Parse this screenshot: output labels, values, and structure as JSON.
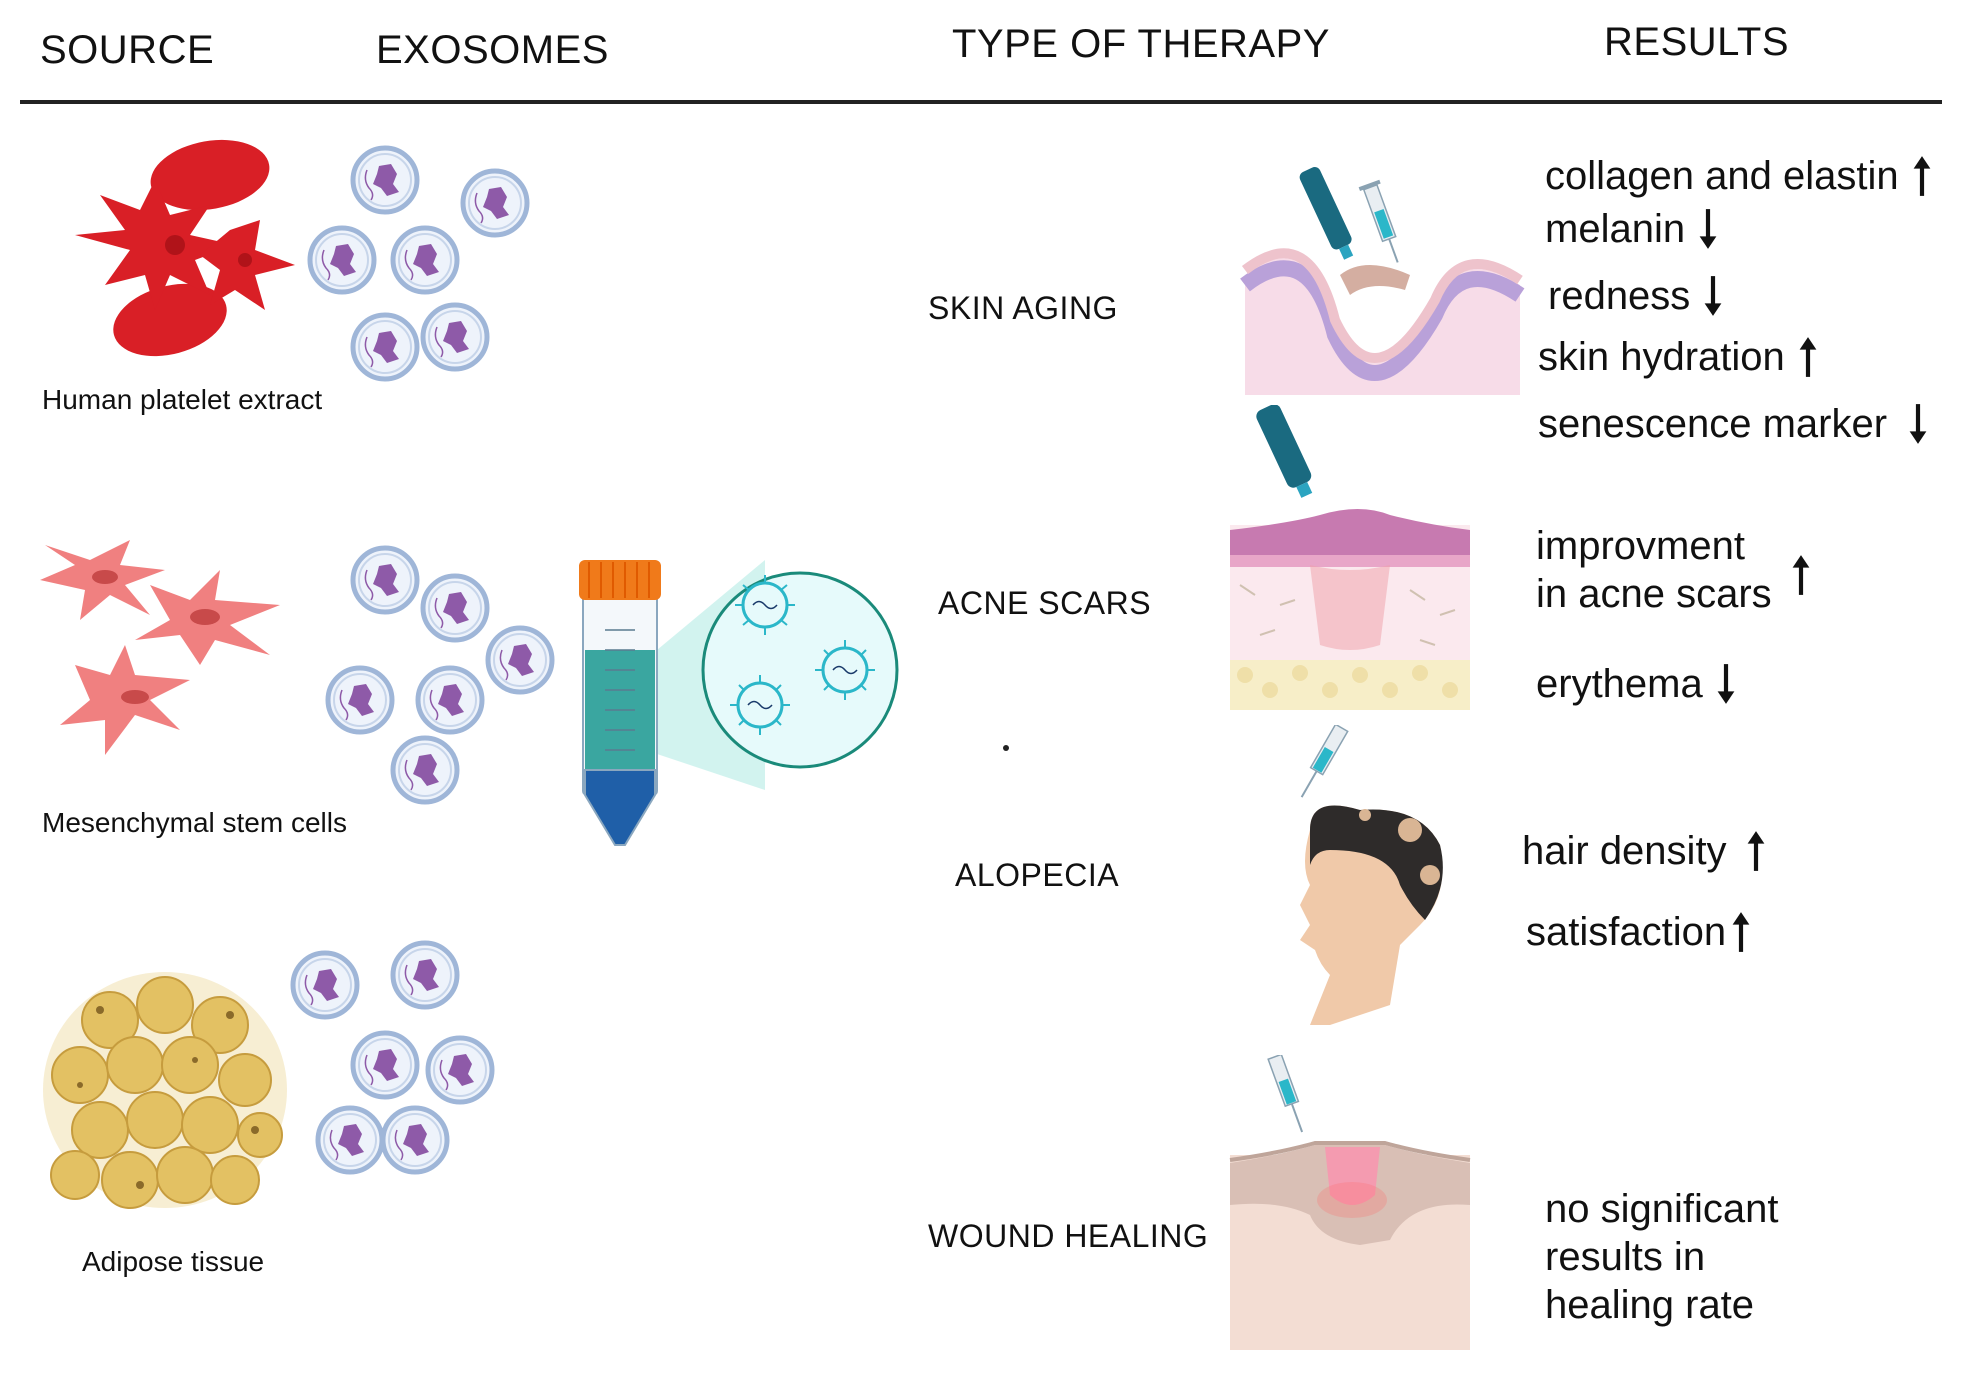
{
  "headers": {
    "source": "SOURCE",
    "exosomes": "EXOSOMES",
    "therapy": "TYPE OF THERAPY",
    "results": "RESULTS"
  },
  "sources": [
    {
      "label": "Human platelet extract"
    },
    {
      "label": "Mesenchymal stem cells"
    },
    {
      "label": "Adipose tissue"
    }
  ],
  "therapies": [
    {
      "label": "SKIN AGING"
    },
    {
      "label": "ACNE SCARS"
    },
    {
      "label": "ALOPECIA"
    },
    {
      "label": "WOUND HEALING"
    }
  ],
  "results": {
    "skin_aging": [
      {
        "text": "collagen and elastin",
        "direction": "up"
      },
      {
        "text": "melanin",
        "direction": "down"
      },
      {
        "text": "redness",
        "direction": "down"
      },
      {
        "text": "skin hydration",
        "direction": "up"
      },
      {
        "text": "senescence marker",
        "direction": "down"
      }
    ],
    "acne_scars": {
      "improvement_line1": "improvment",
      "improvement_line2": "in acne scars",
      "improvement_direction": "up",
      "erythema": "erythema",
      "erythema_direction": "down"
    },
    "alopecia": [
      {
        "text": "hair density",
        "direction": "up"
      },
      {
        "text": "satisfaction",
        "direction": "up"
      }
    ],
    "wound_healing": {
      "line1": "no significant",
      "line2": "results in",
      "line3": "healing rate"
    }
  },
  "colors": {
    "platelet": "#d91f26",
    "msc": "#f08080",
    "adipose": "#e3c163",
    "exosome_ring": "#9fb6d8",
    "exosome_fill": "#eef3fb",
    "exosome_cargo": "#8e5aa8",
    "tube_cap": "#f07a1a",
    "tube_liquid": "#3aa6a0",
    "tube_bottom": "#1f5fa8",
    "zoom_fill": "#e6fafb",
    "zoom_ring": "#1a8a7a",
    "applicator": "#1a6a80",
    "skin_pink": "#f2c4d8",
    "skin_purple": "#b9a1d9"
  }
}
